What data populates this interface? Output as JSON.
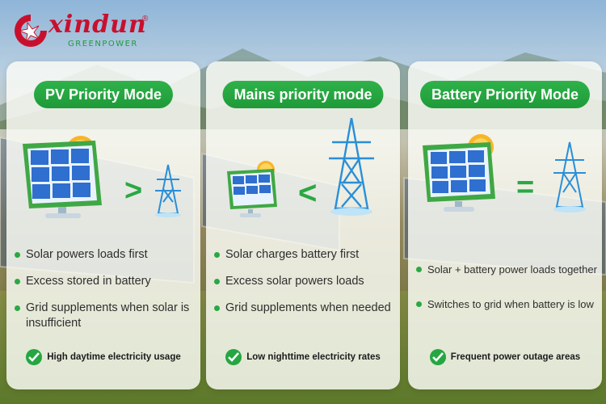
{
  "brand": {
    "name": "xindun",
    "registered": "®",
    "tagline": "GREENPOWER"
  },
  "colors": {
    "accent_green": "#25a641",
    "brand_red": "#c8102e",
    "panel_blue": "#2f6fcf"
  },
  "cards": [
    {
      "title": "PV Priority Mode",
      "operator": ">",
      "bullets": [
        "Solar powers loads first",
        "Excess stored in battery",
        "Grid supplements when solar is insufficient"
      ],
      "footer": "High daytime electricity usage",
      "icons": [
        "solar-panel-icon",
        "sun-icon",
        "transmission-tower-icon"
      ]
    },
    {
      "title": "Mains priority mode",
      "operator": "<",
      "bullets": [
        "Solar charges battery first",
        "Excess solar powers loads",
        "Grid supplements when needed"
      ],
      "footer": "Low nighttime electricity rates",
      "icons": [
        "solar-panel-icon",
        "sun-icon",
        "transmission-tower-icon"
      ]
    },
    {
      "title": "Battery Priority Mode",
      "operator": "=",
      "bullets": [
        "Solar + battery power loads together",
        "Switches to grid when battery is low"
      ],
      "footer": "Frequent power outage areas",
      "icons": [
        "solar-panel-icon",
        "sun-icon",
        "transmission-tower-icon"
      ]
    }
  ]
}
